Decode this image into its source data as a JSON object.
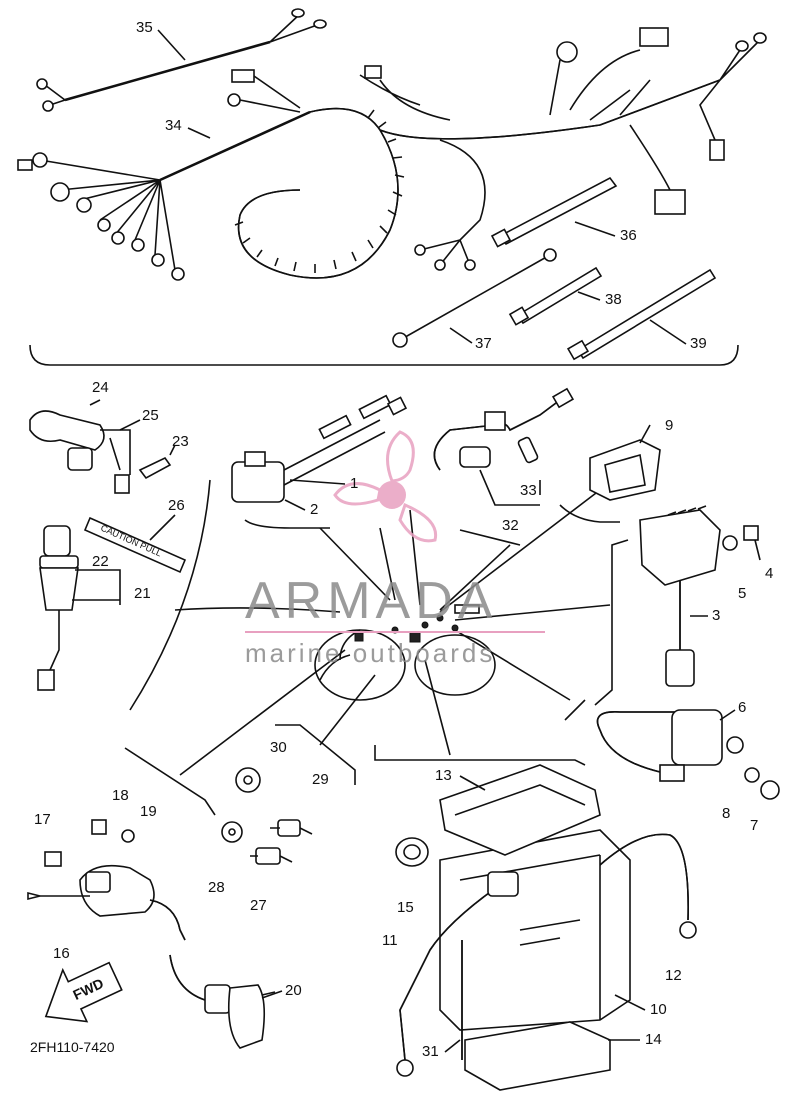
{
  "diagram": {
    "reference_code": "2FH110-7420",
    "callouts": [
      "1",
      "2",
      "3",
      "4",
      "5",
      "6",
      "7",
      "8",
      "9",
      "10",
      "11",
      "12",
      "13",
      "14",
      "15",
      "16",
      "17",
      "18",
      "19",
      "20",
      "21",
      "22",
      "23",
      "24",
      "25",
      "26",
      "27",
      "28",
      "29",
      "30",
      "31",
      "32",
      "33",
      "34",
      "35",
      "36",
      "37",
      "38",
      "39"
    ],
    "direction_arrow": "FWD",
    "caution_label_text": "CAUTION PULL"
  },
  "watermark": {
    "title": "ARMADA",
    "subtitle": "marine outboards",
    "accent_color": "#e8a0c0"
  }
}
